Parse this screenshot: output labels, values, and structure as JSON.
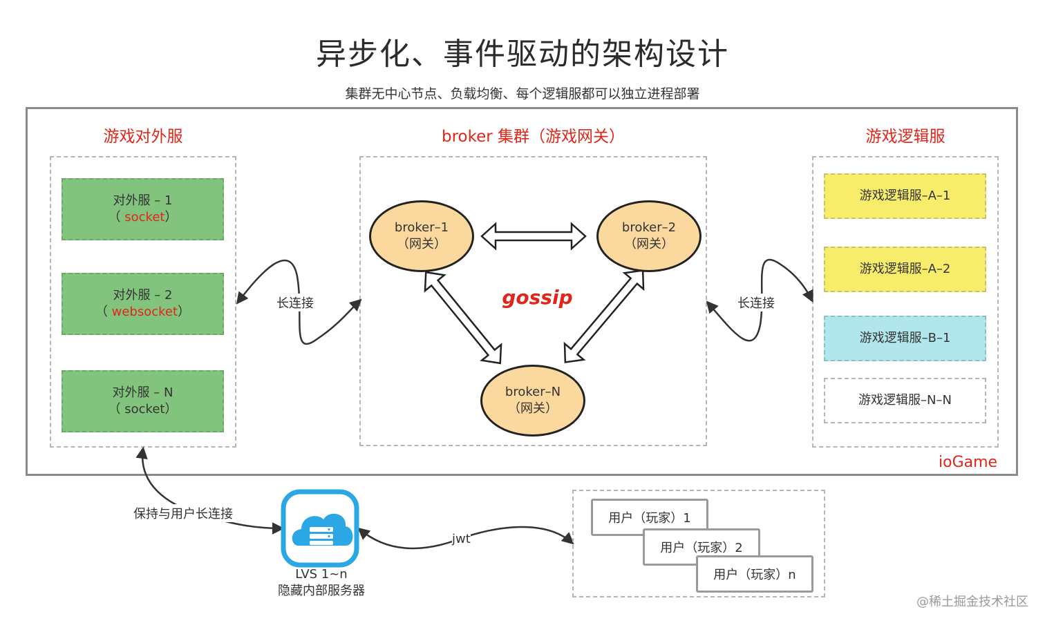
{
  "title": "异步化、事件驱动的架构设计",
  "subtitle": "集群无中心节点、负载均衡、每个逻辑服都可以独立进程部署",
  "sections": {
    "external": {
      "title": "游戏对外服",
      "servers": [
        {
          "name": "对外服 – 1",
          "proto_open": "（ ",
          "proto": "socket",
          "proto_close": "）"
        },
        {
          "name": "对外服 – 2",
          "proto_open": "（ ",
          "proto": "websocket",
          "proto_close": "）"
        },
        {
          "name": "对外服 – N",
          "proto_open": "（ ",
          "proto": "socket",
          "proto_close": "）"
        }
      ]
    },
    "broker": {
      "title": "broker 集群（游戏网关）",
      "nodes": [
        {
          "name": "broker–1",
          "sub": "（网关）"
        },
        {
          "name": "broker–2",
          "sub": "（网关）"
        },
        {
          "name": "broker–N",
          "sub": "（网关）"
        }
      ],
      "protocol": "gossip"
    },
    "logic": {
      "title": "游戏逻辑服",
      "servers": [
        {
          "name": "游戏逻辑服–A–1",
          "color": "#f8ed6a"
        },
        {
          "name": "游戏逻辑服–A–2",
          "color": "#f8ed6a"
        },
        {
          "name": "游戏逻辑服–B–1",
          "color": "#b0e6ec"
        },
        {
          "name": "游戏逻辑服–N–N",
          "color": "#ffffff"
        }
      ]
    }
  },
  "links": {
    "long_conn_left": "长连接",
    "long_conn_right": "长连接",
    "keep_user_conn": "保持与用户长连接",
    "jwt": "jwt"
  },
  "brand": "ioGame",
  "lvs": {
    "line1": "LVS 1~n",
    "line2": "隐藏内部服务器",
    "icon": "cloud-server-icon"
  },
  "users": [
    "用户（玩家）1",
    "用户（玩家）2",
    "用户（玩家）n"
  ],
  "watermark": "@稀土掘金技术社区",
  "colors": {
    "accent_red": "#e0261a",
    "external_green": "#82c47e",
    "broker_orange": "#fbd89e",
    "logic_yellow": "#f8ed6a",
    "logic_cyan": "#b0e6ec",
    "lvs_blue": "#2aa7e4"
  }
}
